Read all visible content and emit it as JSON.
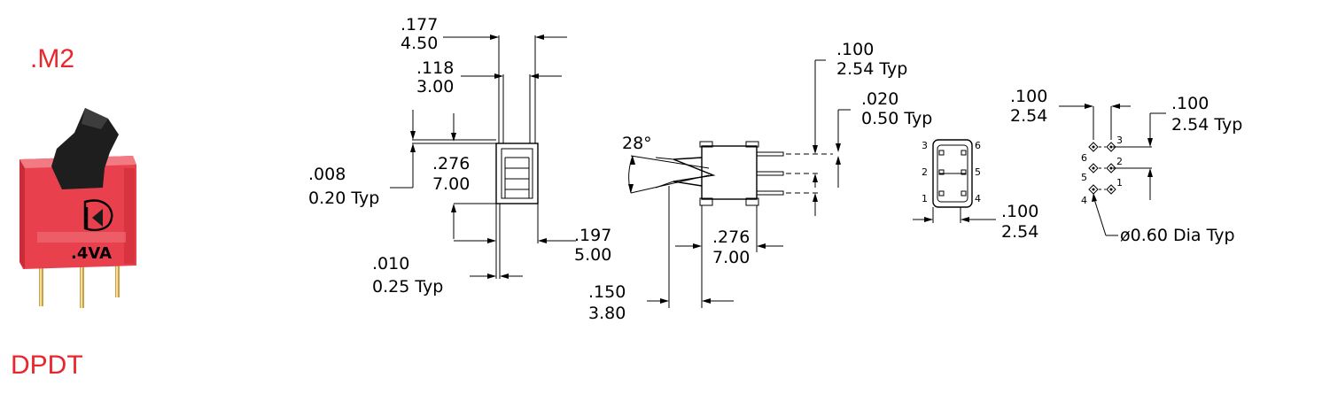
{
  "product": {
    "model": ".M2",
    "configuration": "DPDT",
    "label_color": "#e8262c",
    "switch_marking": ".4VA",
    "switch_body_color": "#e8414d"
  },
  "dimensions": {
    "lever_width_in": ".177",
    "lever_width_mm": "4.50",
    "slot_width_in": ".118",
    "slot_width_mm": "3.00",
    "shim_in": ".008",
    "shim_mm": "0.20",
    "body_depth_in": ".276",
    "body_depth_mm": "7.00",
    "front_width_in": ".197",
    "front_width_mm": "5.00",
    "gap_in": ".010",
    "gap_mm": "0.25",
    "travel_angle": "28°",
    "pin_pitch_in": ".100",
    "pin_pitch_mm": "2.54",
    "pin_thickness_in": ".020",
    "pin_thickness_mm": "0.50",
    "side_depth_in": ".276",
    "side_depth_mm": "7.00",
    "lever_offset_in": ".150",
    "lever_offset_mm": "3.80",
    "bottom_pitch_in": ".100",
    "bottom_pitch_mm": "2.54",
    "pcb_pitch_left_in": ".100",
    "pcb_pitch_left_mm": "2.54",
    "pcb_pitch_right_in": ".100",
    "pcb_pitch_right_mm": "2.54",
    "hole_dia": "ø0.60",
    "typ": "Typ",
    "dia_typ": "Dia Typ"
  },
  "pins": [
    "1",
    "2",
    "3",
    "4",
    "5",
    "6"
  ]
}
